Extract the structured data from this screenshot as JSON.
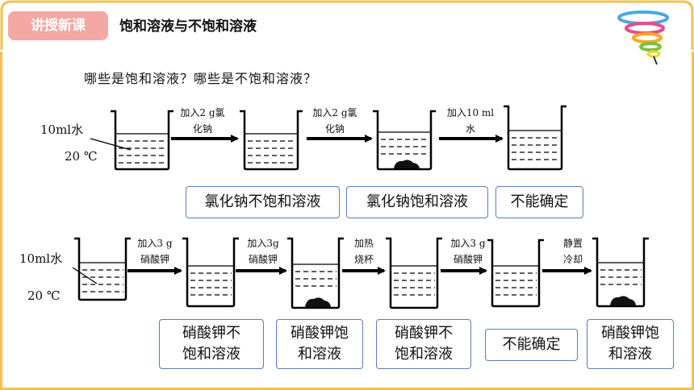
{
  "header": {
    "tag_label": "讲授新课",
    "title": "饱和溶液与不饱和溶液"
  },
  "question": "哪些是饱和溶液？哪些是不饱和溶液？",
  "row1": {
    "volume_label": "10ml水",
    "temp_label": "20 ℃",
    "steps": [
      [
        "加入2 g氯",
        "化钠"
      ],
      [
        "加入2 g氯",
        "化钠"
      ],
      [
        "加入10 ml",
        "水"
      ]
    ],
    "results": [
      "氯化钠不饱和溶液",
      "氯化钠饱和溶液",
      "不能确定"
    ]
  },
  "row2": {
    "volume_label": "10ml水",
    "temp_label": "20 ℃",
    "steps": [
      [
        "加入3 g",
        "硝酸钾"
      ],
      [
        "加入3g",
        "硝酸钾"
      ],
      [
        "加热",
        "烧杯"
      ],
      [
        "加入3 g",
        "硝酸钾"
      ],
      [
        "静置",
        "冷却"
      ]
    ],
    "results": [
      [
        "硝酸钾不",
        "饱和溶液"
      ],
      [
        "硝酸钾饱",
        "和溶液"
      ],
      [
        "硝酸钾不",
        "饱和溶液"
      ],
      [
        "不能确定"
      ],
      [
        "硝酸钾饱",
        "和溶液"
      ]
    ]
  },
  "colors": {
    "tag_bg": "#f5a7a3",
    "frame": "#f2c14e",
    "result_border": "#5b7fb5"
  }
}
